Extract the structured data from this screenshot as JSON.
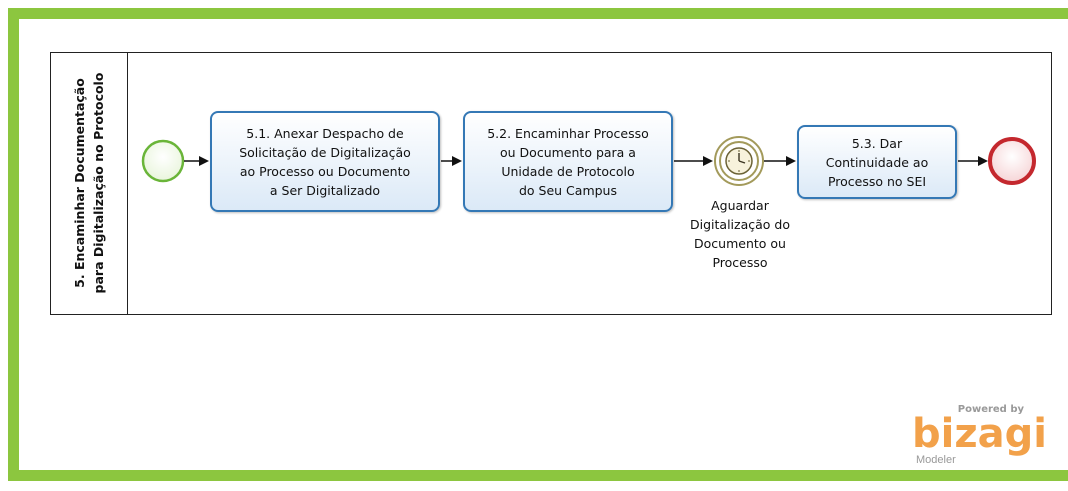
{
  "lane": {
    "title_lines": [
      "5. Encaminhar Documentação",
      "para Digitalização no Protocolo"
    ]
  },
  "tasks": [
    {
      "id": "5.1",
      "lines": [
        "5.1. Anexar Despacho de",
        "Solicitação de Digitalização",
        "ao Processo ou Documento",
        "a Ser Digitalizado"
      ]
    },
    {
      "id": "5.2",
      "lines": [
        "5.2. Encaminhar Processo",
        "ou Documento para a",
        "Unidade de Protocolo",
        "do Seu Campus"
      ]
    },
    {
      "id": "5.3",
      "lines": [
        "5.3. Dar",
        "Continuidade ao",
        "Processo no SEI"
      ]
    }
  ],
  "timer_event": {
    "label_lines": [
      "Aguardar",
      "Digitalização do",
      "Documento ou",
      "Processo"
    ],
    "icon": "clock-icon"
  },
  "events": {
    "start": "start-event",
    "end": "end-event"
  },
  "branding": {
    "powered": "Powered by",
    "logo": "bizagi",
    "product": "Modeler"
  },
  "colors": {
    "frame": "#8cc63f",
    "task_border": "#3478b5",
    "start_event": "#6ab539",
    "end_event": "#c4282e",
    "timer_event": "#a39a5b",
    "logo": "#f2a14a"
  }
}
